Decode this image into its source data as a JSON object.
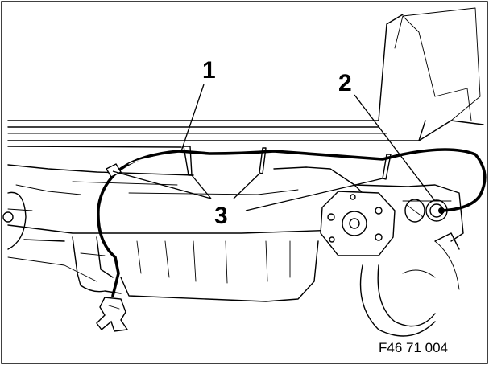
{
  "callouts": {
    "c1": "1",
    "c2": "2",
    "c3": "3"
  },
  "figure_id": "F46 71 004"
}
